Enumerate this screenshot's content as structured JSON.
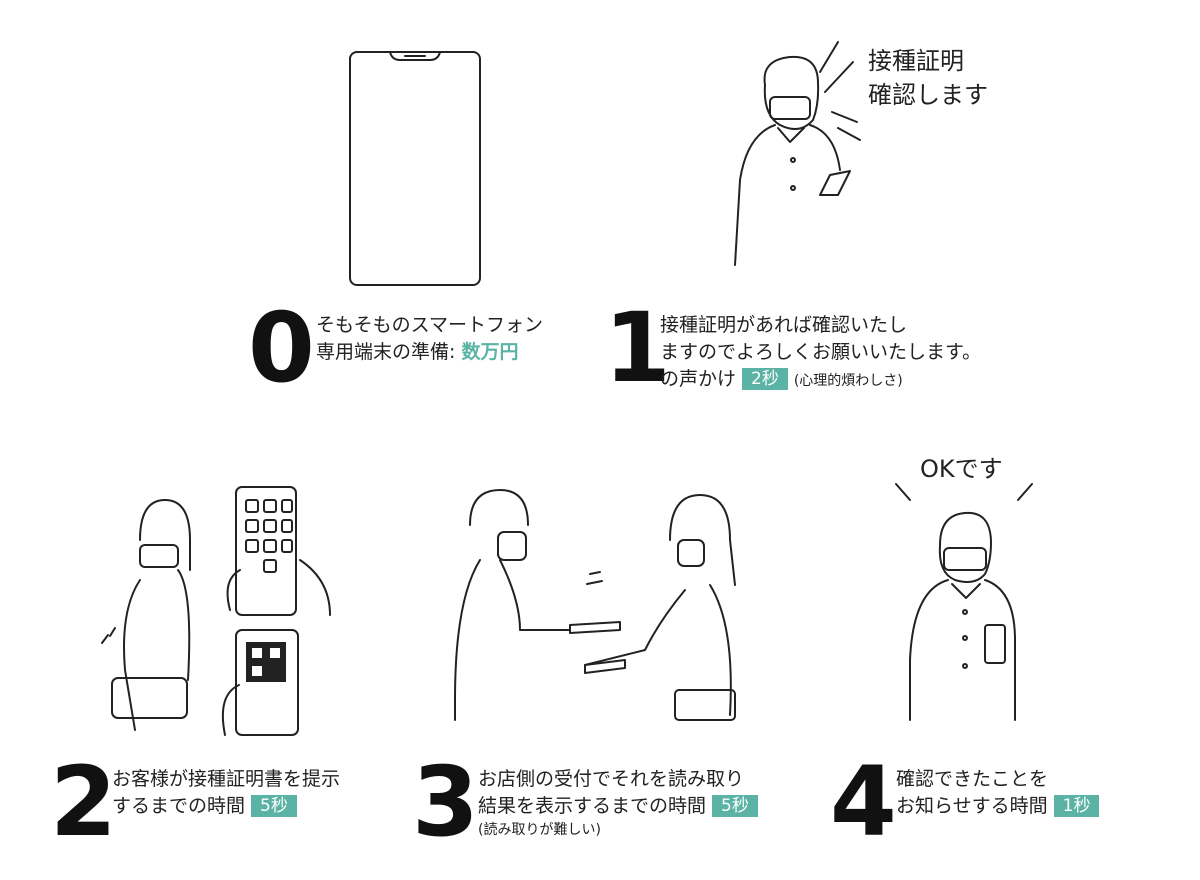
{
  "steps": [
    {
      "number": "0",
      "line1": "そもそものスマートフォン",
      "line2_prefix": "専用端末の準備:",
      "line2_highlight": "数万円"
    },
    {
      "number": "1",
      "line1": "接種証明があれば確認いたし",
      "line2": "ますのでよろしくお願いいたします。",
      "line3": "の声かけ",
      "badge": "2秒",
      "note": "(心理的煩わしさ)"
    },
    {
      "number": "2",
      "line1": "お客様が接種証明書を提示",
      "line2": "するまでの時間",
      "badge": "5秒"
    },
    {
      "number": "3",
      "line1": "お店側の受付でそれを読み取り",
      "line2": "結果を表示するまでの時間",
      "badge": "5秒",
      "note": "(読み取りが難しい)"
    },
    {
      "number": "4",
      "line1": "確認できたことを",
      "line2": "お知らせする時間",
      "badge": "1秒"
    }
  ],
  "speech": {
    "confirm_line1": "接種証明",
    "confirm_line2": "確認します",
    "ok": "OKです"
  },
  "colors": {
    "accent": "#5bb3a5",
    "ink": "#222222"
  }
}
